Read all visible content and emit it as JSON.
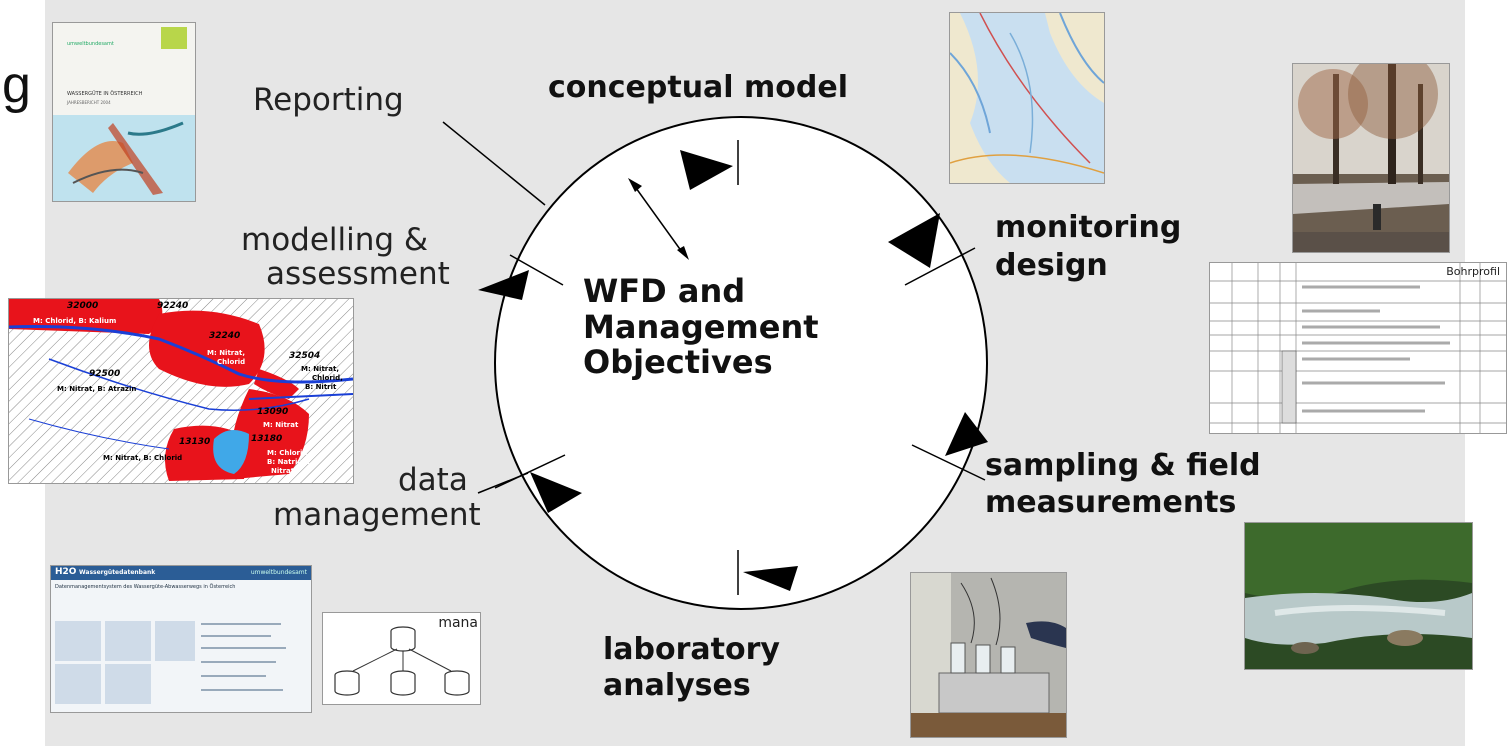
{
  "left_edge_glyph": "g",
  "center": {
    "line1": "WFD and",
    "line2": "Management",
    "line3": "Objectives"
  },
  "stages": {
    "conceptual_model": "conceptual model",
    "monitoring_design": {
      "line1": "monitoring",
      "line2": "design"
    },
    "sampling": {
      "line1": "sampling & field",
      "line2": "measurements"
    },
    "laboratory": {
      "line1": "laboratory",
      "line2": "analyses"
    },
    "data_management": {
      "line1": "data",
      "line2": "management"
    },
    "modelling": {
      "line1": "modelling &",
      "line2": "assessment"
    },
    "reporting": "Reporting"
  },
  "report_cover": {
    "brand": "umweltbundesamt",
    "title": "WASSERGÜTE IN ÖSTERREICH",
    "subtitle": "JAHRESBERICHT 2004"
  },
  "borehole_sheet": {
    "title": "Bohrprofil"
  },
  "groundwater_map": {
    "labels": [
      "32000",
      "M: Chlorid, B: Kalium",
      "92240",
      "32240",
      "M: Nitrat,",
      "Chlorid",
      "32504",
      "M: Nitrat,",
      "Chlorid,",
      "B: Nitrit",
      "92500",
      "M: Nitrat, B: Atrazin",
      "13090",
      "M: Nitrat",
      "13130",
      "13180",
      "M: Nitrat, B: Chlorid",
      "M: Chlorid,",
      "B: Natrium,",
      "Nitrat"
    ]
  },
  "database_screenshot": {
    "logo": "H2O",
    "header": "Wassergütedatenbank",
    "brand": "umweltbundesamt",
    "subtitle": "Datenmanagementsystem des Wassergüte-Abwasserwegs in Österreich"
  },
  "db_schema_label": "mana",
  "colors": {
    "background": "#e6e6e6",
    "map_red": "#e8131b",
    "river_blue": "#1a3fd6"
  }
}
